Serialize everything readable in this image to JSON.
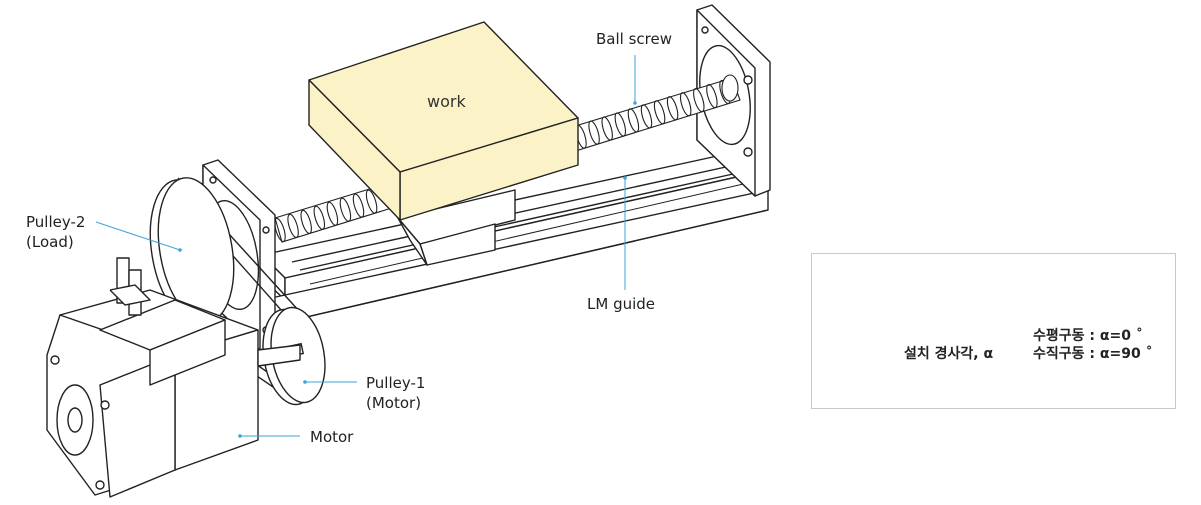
{
  "labels": {
    "ball_screw": "Ball screw",
    "work": "work",
    "pulley2_line1": "Pulley-2",
    "pulley2_line2": "(Load)",
    "lm_guide": "LM guide",
    "pulley1_line1": "Pulley-1",
    "pulley1_line2": "(Motor)",
    "motor": "Motor"
  },
  "legend": {
    "angle_label": "설치 경사각, α",
    "horizontal": "수평구동 : α=0 ˚",
    "vertical": "수직구동 : α=90 ˚"
  },
  "colors": {
    "leader_line": "#3aa7d6",
    "work_fill": "#fbf3c7",
    "stroke": "#222222"
  }
}
